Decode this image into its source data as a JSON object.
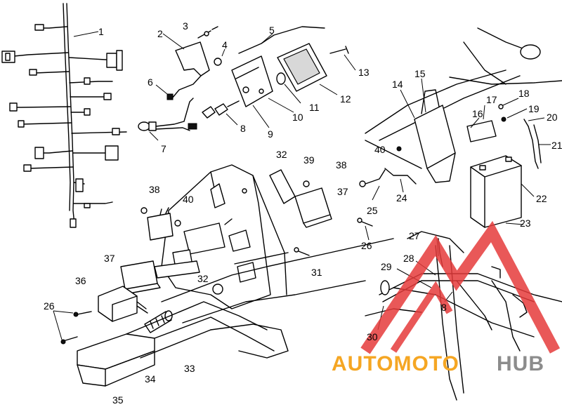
{
  "diagram": {
    "callouts": [
      "1",
      "2",
      "3",
      "4",
      "5",
      "6",
      "7",
      "8",
      "9",
      "10",
      "11",
      "12",
      "13",
      "14",
      "15",
      "16",
      "17",
      "18",
      "19",
      "20",
      "21",
      "22",
      "23",
      "24",
      "25",
      "26",
      "26",
      "27",
      "28",
      "29",
      "30",
      "31",
      "32",
      "32",
      "33",
      "34",
      "35",
      "36",
      "37",
      "37",
      "38",
      "38",
      "39",
      "40",
      "40",
      "8"
    ]
  },
  "watermark": {
    "part_a": "AUTOMOTO",
    "part_b": "HUB",
    "color_a": "#f5a623",
    "color_b": "#8c8c8c",
    "triangle_color": "#e53b3b"
  }
}
